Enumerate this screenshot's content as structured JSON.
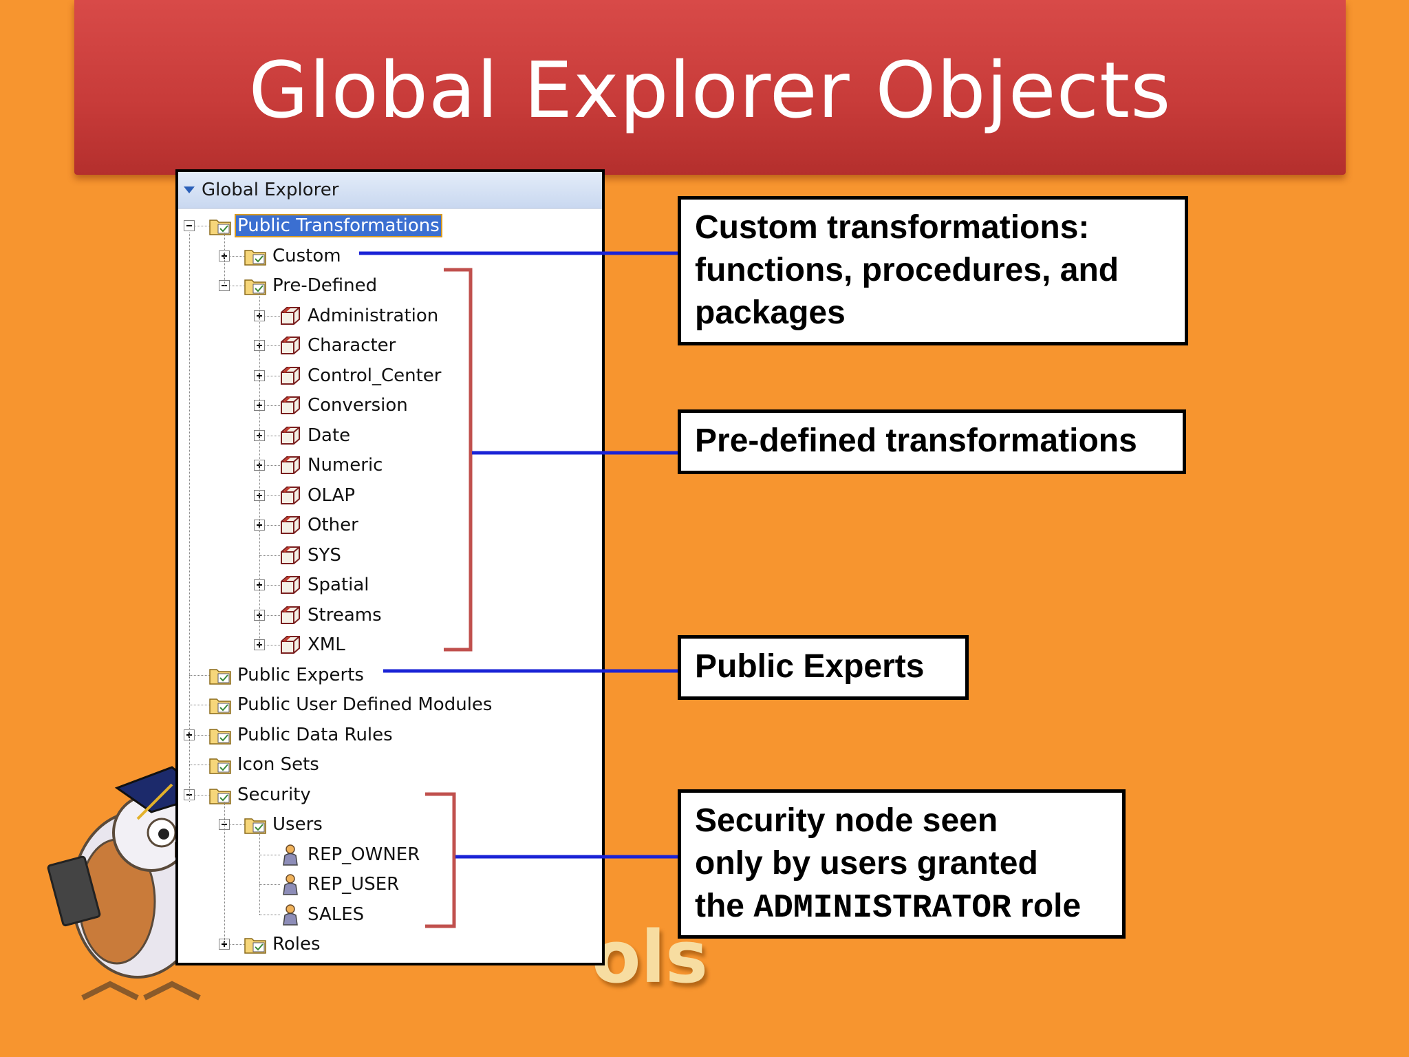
{
  "slide": {
    "title": "Global Explorer Objects"
  },
  "explorer": {
    "header": "Global Explorer",
    "tree": [
      {
        "label": "Public Transformations",
        "depth": 0,
        "toggle": "minus",
        "icon": "folder-transformations-icon",
        "selected": true
      },
      {
        "label": "Custom",
        "depth": 1,
        "toggle": "plus",
        "icon": "custom-transform-icon"
      },
      {
        "label": "Pre-Defined",
        "depth": 1,
        "toggle": "minus",
        "icon": "function-icon"
      },
      {
        "label": "Administration",
        "depth": 2,
        "toggle": "plus",
        "icon": "package-icon"
      },
      {
        "label": "Character",
        "depth": 2,
        "toggle": "plus",
        "icon": "package-icon"
      },
      {
        "label": "Control_Center",
        "depth": 2,
        "toggle": "plus",
        "icon": "package-icon"
      },
      {
        "label": "Conversion",
        "depth": 2,
        "toggle": "plus",
        "icon": "package-icon"
      },
      {
        "label": "Date",
        "depth": 2,
        "toggle": "plus",
        "icon": "package-icon"
      },
      {
        "label": "Numeric",
        "depth": 2,
        "toggle": "plus",
        "icon": "package-icon"
      },
      {
        "label": "OLAP",
        "depth": 2,
        "toggle": "plus",
        "icon": "package-icon"
      },
      {
        "label": "Other",
        "depth": 2,
        "toggle": "plus",
        "icon": "package-icon"
      },
      {
        "label": "SYS",
        "depth": 2,
        "toggle": "none",
        "icon": "package-icon"
      },
      {
        "label": "Spatial",
        "depth": 2,
        "toggle": "plus",
        "icon": "package-icon"
      },
      {
        "label": "Streams",
        "depth": 2,
        "toggle": "plus",
        "icon": "package-icon"
      },
      {
        "label": "XML",
        "depth": 2,
        "toggle": "plus",
        "icon": "package-icon"
      },
      {
        "label": "Public Experts",
        "depth": 0,
        "toggle": "none",
        "icon": "experts-folder-icon"
      },
      {
        "label": "Public User Defined Modules",
        "depth": 0,
        "toggle": "none",
        "icon": "modules-icon"
      },
      {
        "label": "Public Data Rules",
        "depth": 0,
        "toggle": "plus",
        "icon": "data-rules-folder-icon"
      },
      {
        "label": "Icon Sets",
        "depth": 0,
        "toggle": "none",
        "icon": "icon-sets-folder-icon"
      },
      {
        "label": "Security",
        "depth": 0,
        "toggle": "minus",
        "icon": "security-folder-icon"
      },
      {
        "label": "Users",
        "depth": 1,
        "toggle": "minus",
        "icon": "users-folder-icon"
      },
      {
        "label": "REP_OWNER",
        "depth": 2,
        "toggle": "none",
        "icon": "user-icon"
      },
      {
        "label": "REP_USER",
        "depth": 2,
        "toggle": "none",
        "icon": "user-icon"
      },
      {
        "label": "SALES",
        "depth": 2,
        "toggle": "none",
        "icon": "user-icon"
      },
      {
        "label": "Roles",
        "depth": 1,
        "toggle": "plus",
        "icon": "roles-folder-icon"
      }
    ]
  },
  "callouts": {
    "custom": {
      "line1": "Custom transformations:",
      "line2": "functions, procedures, and",
      "line3": "packages"
    },
    "predefined": {
      "text": "Pre-defined transformations"
    },
    "experts": {
      "text": "Public Experts"
    },
    "security": {
      "line1": "Security node seen",
      "line2": "only by users granted",
      "line3_pre": "the ",
      "line3_mono": "ADMINISTRATOR",
      "line3_post": " role"
    }
  },
  "watermark": "ols",
  "colors": {
    "background": "#f7952f",
    "banner": "#c73b39",
    "connector": "#1a23d6",
    "bracket": "#c0504d",
    "selection": "#3b6fd1"
  }
}
